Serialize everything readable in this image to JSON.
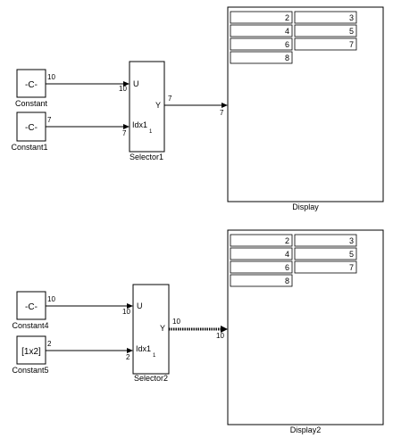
{
  "blocks": {
    "constant": {
      "value": "-C-",
      "name": "Constant",
      "out_dim": "10"
    },
    "constant1": {
      "value": "-C-",
      "name": "Constant1",
      "out_dim": "7"
    },
    "selector1": {
      "port_u": "U",
      "port_idx": "Idx1",
      "port_idx_sub": "1",
      "port_y": "Y",
      "name": "Selector1",
      "in_u_dim": "10",
      "in_idx_dim": "7",
      "out_dim": "7"
    },
    "display": {
      "name": "Display",
      "in_dim": "7",
      "cells": [
        "2",
        "3",
        "4",
        "5",
        "6",
        "7",
        "8"
      ]
    },
    "constant4": {
      "value": "-C-",
      "name": "Constant4",
      "out_dim": "10"
    },
    "constant5": {
      "value": "[1x2]",
      "name": "Constant5",
      "out_dim": "2"
    },
    "selector2": {
      "port_u": "U",
      "port_idx": "Idx1",
      "port_idx_sub": "1",
      "port_y": "Y",
      "name": "Selector2",
      "in_u_dim": "10",
      "in_idx_dim": "2",
      "out_dim": "10"
    },
    "display2": {
      "name": "Display2",
      "in_dim": "10",
      "cells": [
        "2",
        "3",
        "4",
        "5",
        "6",
        "7",
        "8"
      ]
    }
  }
}
